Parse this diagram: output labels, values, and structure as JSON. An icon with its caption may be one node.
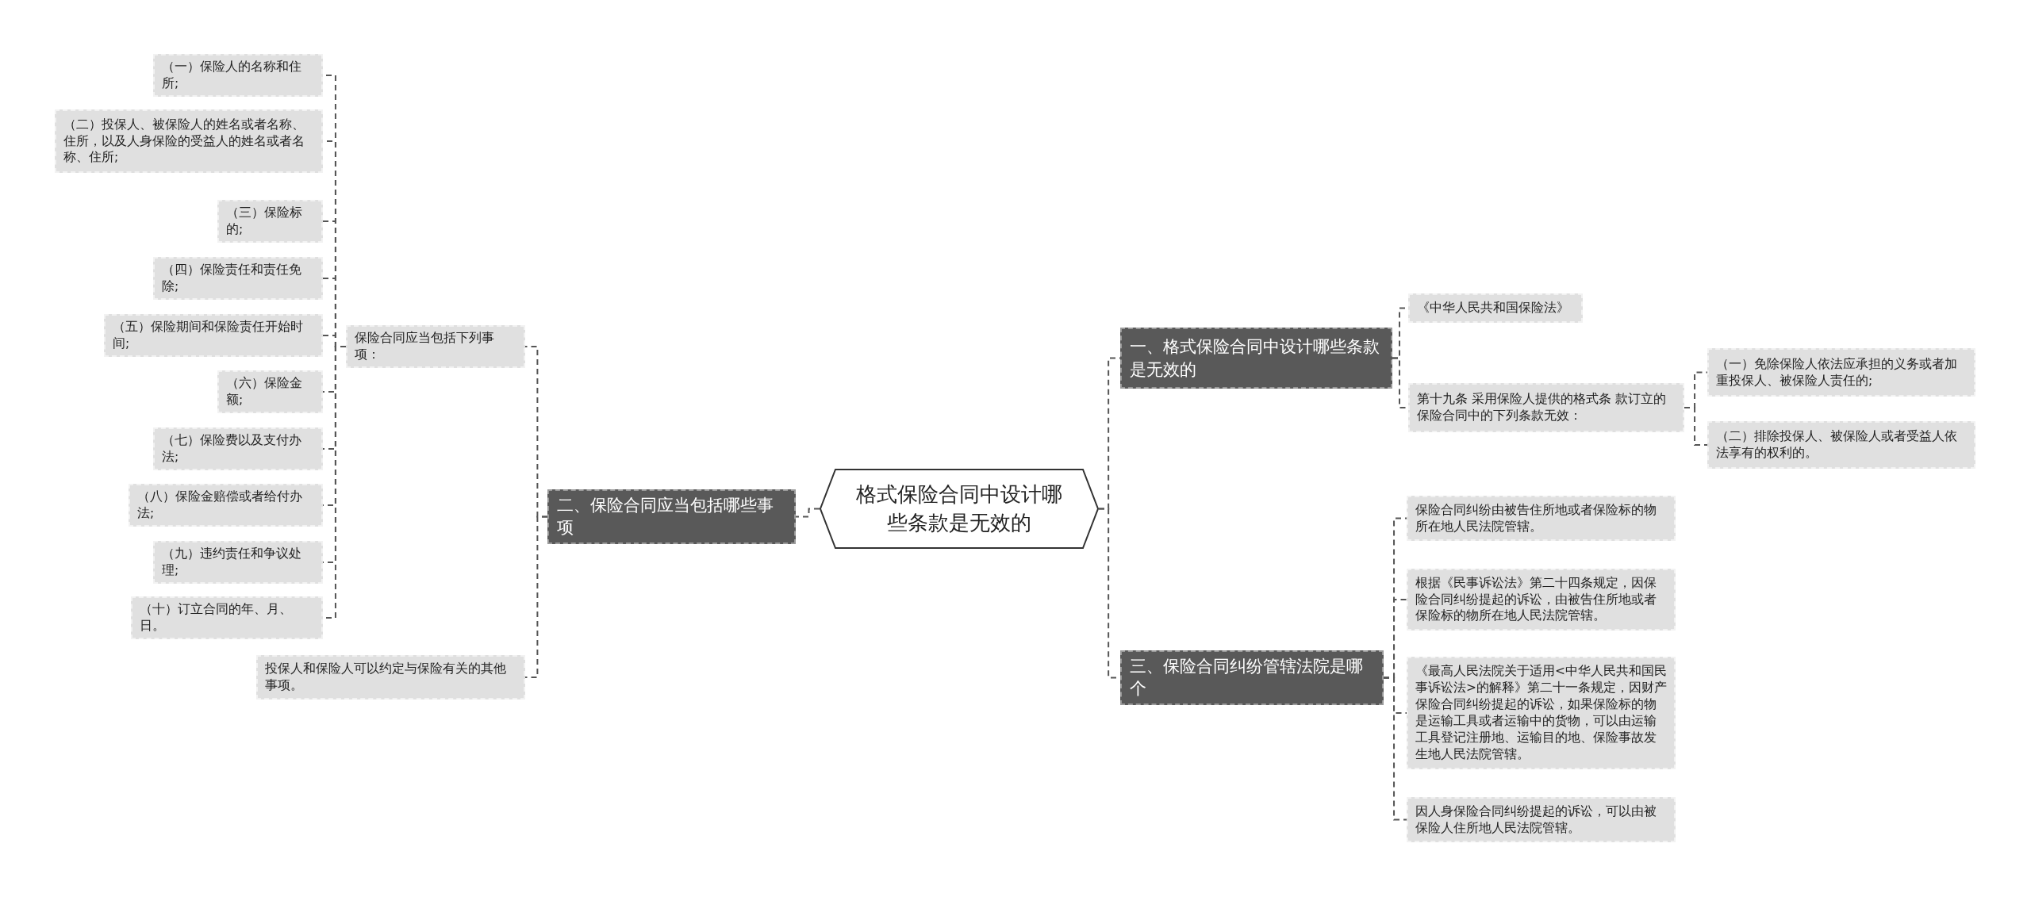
{
  "diagram": {
    "nodes": [
      {
        "text": [
          "格式保险合同中设计哪些条款是无效的"
        ]
      },
      {
        "text": [
          "二、保险合同应当包括哪些事项"
        ]
      },
      {
        "text": [
          "保险合同应当包括下列事项："
        ]
      },
      {
        "text": [
          "（一）保险人的名称和住所;"
        ]
      },
      {
        "text": [
          "（二）投保人、被保险人的姓名或者名称、住所，以及人身保险的受益人的姓名或者名称、住所;"
        ]
      },
      {
        "text": [
          "（三）保险标的;"
        ]
      },
      {
        "text": [
          "（四）保险责任和责任免除;"
        ]
      },
      {
        "text": [
          "（五）保险期间和保险责任开始时间;"
        ]
      },
      {
        "text": [
          "（六）保险金额;"
        ]
      },
      {
        "text": [
          "（七）保险费以及支付办法;"
        ]
      },
      {
        "text": [
          "（八）保险金赔偿或者给付办法;"
        ]
      },
      {
        "text": [
          "（九）违约责任和争议处理;"
        ]
      },
      {
        "text": [
          "（十）订立合同的年、月、日。"
        ]
      },
      {
        "text": [
          "投保人和保险人可以约定与保险有关的其他事项。"
        ]
      },
      {
        "text": [
          "一、格式保险合同中设计哪些条款是无效的"
        ]
      },
      {
        "text": [
          "《中华人民共和国保险法》"
        ]
      },
      {
        "text": [
          "第十九条 采用保险人提供的格式条 款订立的保险合同中的下列条款无效："
        ]
      },
      {
        "text": [
          "（一）免除保险人依法应承担的义务或者加重投保人、被保险人责任的;"
        ]
      },
      {
        "text": [
          "（二）排除投保人、被保险人或者受益人依法享有的权利的。"
        ]
      },
      {
        "text": [
          "三、保险合同纠纷管辖法院是哪个"
        ]
      },
      {
        "text": [
          "保险合同纠纷由被告住所地或者保险标的物所在地人民法院管辖。"
        ]
      },
      {
        "text": [
          "根据《民事诉讼法》第二十四条规定，因保险合同纠纷提起的诉讼，由被告住所地或者保险标的物所在地人民法院管辖。"
        ]
      },
      {
        "text": [
          "《最高人民法院关于适用<中华人民共和国民事诉讼法>的解释》第二十一条规定，因财产保险合同纠纷提起的诉讼，如果保险标的物是运输工具或者运输中的货物，可以由运输工具登记注册地、运输目的地、保险事故发生地人民法院管辖。"
        ]
      },
      {
        "text": [
          "因人身保险合同纠纷提起的诉讼，可以由被保险人住所地人民法院管辖。"
        ]
      }
    ],
    "edges": [
      {
        "from": 0,
        "to": 1,
        "arrow": "none"
      },
      {
        "from": 1,
        "to": 2,
        "arrow": "none"
      },
      {
        "from": 2,
        "to": 3,
        "arrow": "none"
      },
      {
        "from": 2,
        "to": 4,
        "arrow": "none"
      },
      {
        "from": 2,
        "to": 5,
        "arrow": "none"
      },
      {
        "from": 2,
        "to": 6,
        "arrow": "none"
      },
      {
        "from": 2,
        "to": 7,
        "arrow": "none"
      },
      {
        "from": 2,
        "to": 8,
        "arrow": "none"
      },
      {
        "from": 2,
        "to": 9,
        "arrow": "none"
      },
      {
        "from": 2,
        "to": 10,
        "arrow": "none"
      },
      {
        "from": 2,
        "to": 11,
        "arrow": "none"
      },
      {
        "from": 2,
        "to": 12,
        "arrow": "none"
      },
      {
        "from": 1,
        "to": 13,
        "arrow": "none"
      },
      {
        "from": 0,
        "to": 14,
        "arrow": "none"
      },
      {
        "from": 14,
        "to": 15,
        "arrow": "none"
      },
      {
        "from": 14,
        "to": 16,
        "arrow": "none"
      },
      {
        "from": 16,
        "to": 17,
        "arrow": "none"
      },
      {
        "from": 16,
        "to": 18,
        "arrow": "none"
      },
      {
        "from": 0,
        "to": 19,
        "arrow": "none"
      },
      {
        "from": 19,
        "to": 20,
        "arrow": "none"
      },
      {
        "from": 19,
        "to": 21,
        "arrow": "none"
      },
      {
        "from": 19,
        "to": 22,
        "arrow": "none"
      },
      {
        "from": 19,
        "to": 23,
        "arrow": "none"
      }
    ]
  }
}
